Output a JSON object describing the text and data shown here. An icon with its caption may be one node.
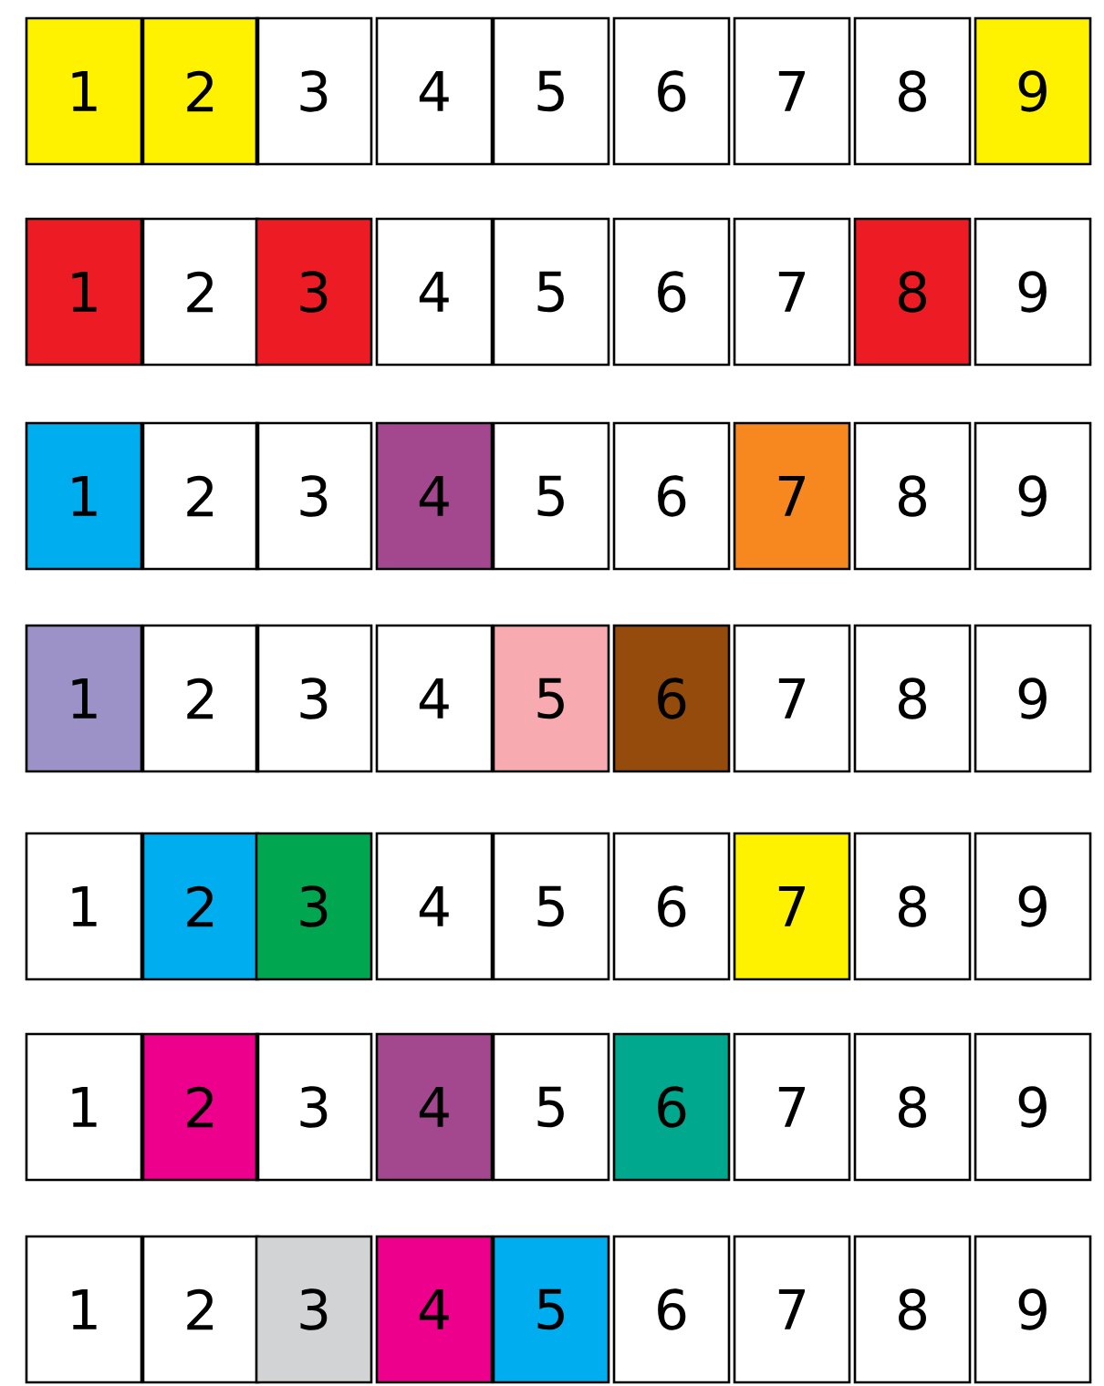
{
  "diagram": {
    "nodes": [
      {
        "text": [
          "1"
        ]
      },
      {
        "text": [
          "2"
        ]
      },
      {
        "text": [
          "3"
        ]
      },
      {
        "text": [
          "4"
        ]
      },
      {
        "text": [
          "5"
        ]
      },
      {
        "text": [
          "6"
        ]
      },
      {
        "text": [
          "7"
        ]
      },
      {
        "text": [
          "8"
        ]
      },
      {
        "text": [
          "9"
        ]
      },
      {
        "text": [
          "1"
        ]
      },
      {
        "text": [
          "2"
        ]
      },
      {
        "text": [
          "3"
        ]
      },
      {
        "text": [
          "4"
        ]
      },
      {
        "text": [
          "5"
        ]
      },
      {
        "text": [
          "6"
        ]
      },
      {
        "text": [
          "7"
        ]
      },
      {
        "text": [
          "8"
        ]
      },
      {
        "text": [
          "9"
        ]
      },
      {
        "text": [
          "1"
        ]
      },
      {
        "text": [
          "2"
        ]
      },
      {
        "text": [
          "3"
        ]
      },
      {
        "text": [
          "4"
        ]
      },
      {
        "text": [
          "5"
        ]
      },
      {
        "text": [
          "6"
        ]
      },
      {
        "text": [
          "7"
        ]
      },
      {
        "text": [
          "8"
        ]
      },
      {
        "text": [
          "9"
        ]
      },
      {
        "text": [
          "1"
        ]
      },
      {
        "text": [
          "2"
        ]
      },
      {
        "text": [
          "3"
        ]
      },
      {
        "text": [
          "4"
        ]
      },
      {
        "text": [
          "5"
        ]
      },
      {
        "text": [
          "6"
        ]
      },
      {
        "text": [
          "7"
        ]
      },
      {
        "text": [
          "8"
        ]
      },
      {
        "text": [
          "9"
        ]
      },
      {
        "text": [
          "1"
        ]
      },
      {
        "text": [
          "2"
        ]
      },
      {
        "text": [
          "3"
        ]
      },
      {
        "text": [
          "4"
        ]
      },
      {
        "text": [
          "5"
        ]
      },
      {
        "text": [
          "6"
        ]
      },
      {
        "text": [
          "7"
        ]
      },
      {
        "text": [
          "8"
        ]
      },
      {
        "text": [
          "9"
        ]
      },
      {
        "text": [
          "1"
        ]
      },
      {
        "text": [
          "2"
        ]
      },
      {
        "text": [
          "3"
        ]
      },
      {
        "text": [
          "4"
        ]
      },
      {
        "text": [
          "5"
        ]
      },
      {
        "text": [
          "6"
        ]
      },
      {
        "text": [
          "7"
        ]
      },
      {
        "text": [
          "8"
        ]
      },
      {
        "text": [
          "9"
        ]
      },
      {
        "text": [
          "1"
        ]
      },
      {
        "text": [
          "2"
        ]
      },
      {
        "text": [
          "3"
        ]
      },
      {
        "text": [
          "4"
        ]
      },
      {
        "text": [
          "5"
        ]
      },
      {
        "text": [
          "6"
        ]
      },
      {
        "text": [
          "7"
        ]
      },
      {
        "text": [
          "8"
        ]
      },
      {
        "text": [
          "9"
        ]
      }
    ]
  }
}
